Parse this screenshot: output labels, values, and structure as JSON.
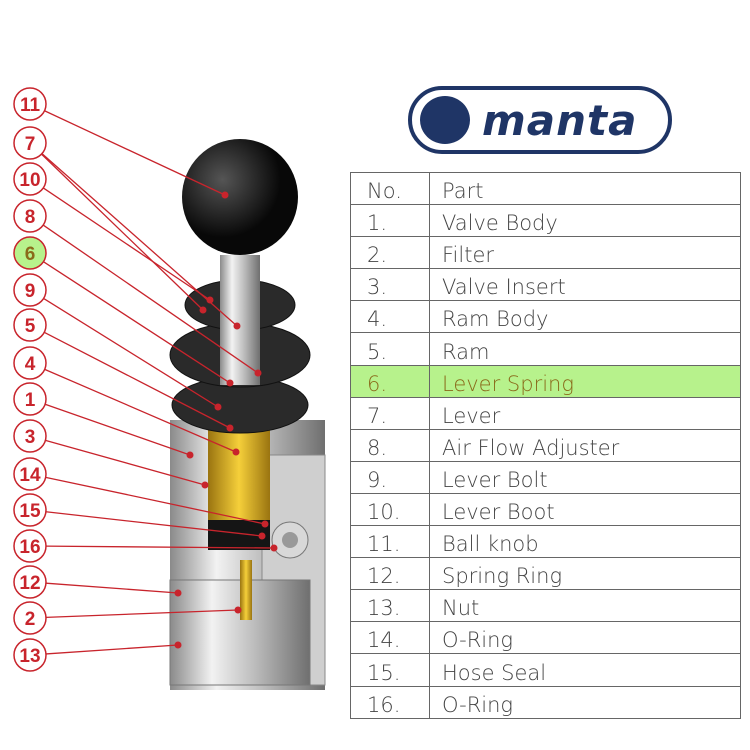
{
  "logo": {
    "text": "manta"
  },
  "table": {
    "headers": [
      "No.",
      "Part"
    ],
    "rows": [
      [
        "1.",
        "Valve Body"
      ],
      [
        "2.",
        "Filter"
      ],
      [
        "3.",
        "Valve Insert"
      ],
      [
        "4.",
        "Ram Body"
      ],
      [
        "5.",
        "Ram"
      ],
      [
        "6.",
        "Lever Spring"
      ],
      [
        "7.",
        "Lever"
      ],
      [
        "8.",
        "Air Flow Adjuster"
      ],
      [
        "9.",
        "Lever Bolt"
      ],
      [
        "10.",
        "Lever Boot"
      ],
      [
        "11.",
        "Ball knob"
      ],
      [
        "12.",
        "Spring Ring"
      ],
      [
        "13.",
        "Nut"
      ],
      [
        "14.",
        "O-Ring"
      ],
      [
        "15.",
        "Hose Seal"
      ],
      [
        "16.",
        "O-Ring"
      ]
    ],
    "highlighted": "6."
  },
  "callouts": [
    {
      "n": "11",
      "to": [
        [
          225,
          195
        ]
      ]
    },
    {
      "n": "7",
      "to": [
        [
          203,
          310
        ],
        [
          237,
          326
        ]
      ]
    },
    {
      "n": "10",
      "to": [
        [
          210,
          300
        ]
      ]
    },
    {
      "n": "8",
      "to": [
        [
          258,
          373
        ]
      ]
    },
    {
      "n": "6",
      "to": [
        [
          230,
          383
        ]
      ],
      "highlight": true
    },
    {
      "n": "9",
      "to": [
        [
          218,
          407
        ]
      ]
    },
    {
      "n": "5",
      "to": [
        [
          230,
          428
        ]
      ]
    },
    {
      "n": "4",
      "to": [
        [
          236,
          452
        ]
      ]
    },
    {
      "n": "1",
      "to": [
        [
          190,
          455
        ]
      ]
    },
    {
      "n": "3",
      "to": [
        [
          205,
          485
        ]
      ]
    },
    {
      "n": "14",
      "to": [
        [
          265,
          524
        ]
      ]
    },
    {
      "n": "15",
      "to": [
        [
          262,
          536
        ]
      ]
    },
    {
      "n": "16",
      "to": [
        [
          274,
          548
        ]
      ]
    },
    {
      "n": "12",
      "to": [
        [
          178,
          593
        ]
      ]
    },
    {
      "n": "2",
      "to": [
        [
          238,
          610
        ]
      ]
    },
    {
      "n": "13",
      "to": [
        [
          178,
          645
        ]
      ]
    }
  ],
  "colors": {
    "callout": "#c8242c",
    "highlight": "#b7f28c",
    "brand": "#1f3566"
  }
}
